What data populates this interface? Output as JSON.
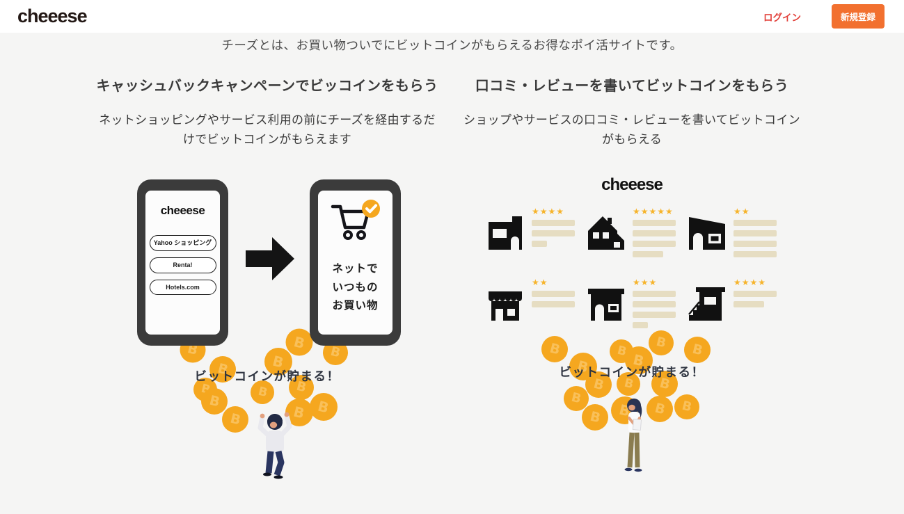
{
  "header": {
    "logo": "cheeese",
    "login_label": "ログイン",
    "signup_label": "新規登録"
  },
  "tagline": "チーズとは、お買い物ついでにビットコインがもらえるお得なポイ活サイトです。",
  "cashback": {
    "title": "キャッシュバックキャンペーンでビッコインをもらう",
    "description": "ネットショッピングやサービス利用の前にチーズを経由するだけでビットコインがもらえます",
    "phone_logo": "cheeese",
    "shop_buttons": [
      "Yahoo ショッピング",
      "Renta!",
      "Hotels.com"
    ],
    "phone2_lines": [
      "ネットで",
      "いつもの",
      "お買い物"
    ],
    "caption": "ビットコインが貯まる！"
  },
  "review": {
    "title": "口コミ・レビューを書いてビットコインをもらう",
    "description": "ショップやサービスの口コミ・レビューを書いてビットコインがもらえる",
    "logo": "cheeese",
    "reviews": [
      {
        "building": "shop-step",
        "stars": 4,
        "lines": [
          "long",
          "long",
          "short"
        ]
      },
      {
        "building": "house",
        "stars": 5,
        "lines": [
          "long",
          "long",
          "long",
          "medium"
        ]
      },
      {
        "building": "shop-slant",
        "stars": 2,
        "lines": [
          "long",
          "long",
          "long",
          "long"
        ]
      },
      {
        "building": "awning-store",
        "stars": 2,
        "lines": [
          "long",
          "long"
        ]
      },
      {
        "building": "storefront",
        "stars": 3,
        "lines": [
          "long",
          "long",
          "long",
          "short"
        ]
      },
      {
        "building": "stairs-house",
        "stars": 4,
        "lines": [
          "long",
          "medium"
        ]
      }
    ],
    "caption": "ビットコインが貯まる！"
  },
  "colors": {
    "signup_orange": "#F2702F",
    "login_red": "#E2403A",
    "coin_orange": "#F5A71F",
    "star_gold": "#F6B42C",
    "line_beige": "#E6DDC2"
  }
}
